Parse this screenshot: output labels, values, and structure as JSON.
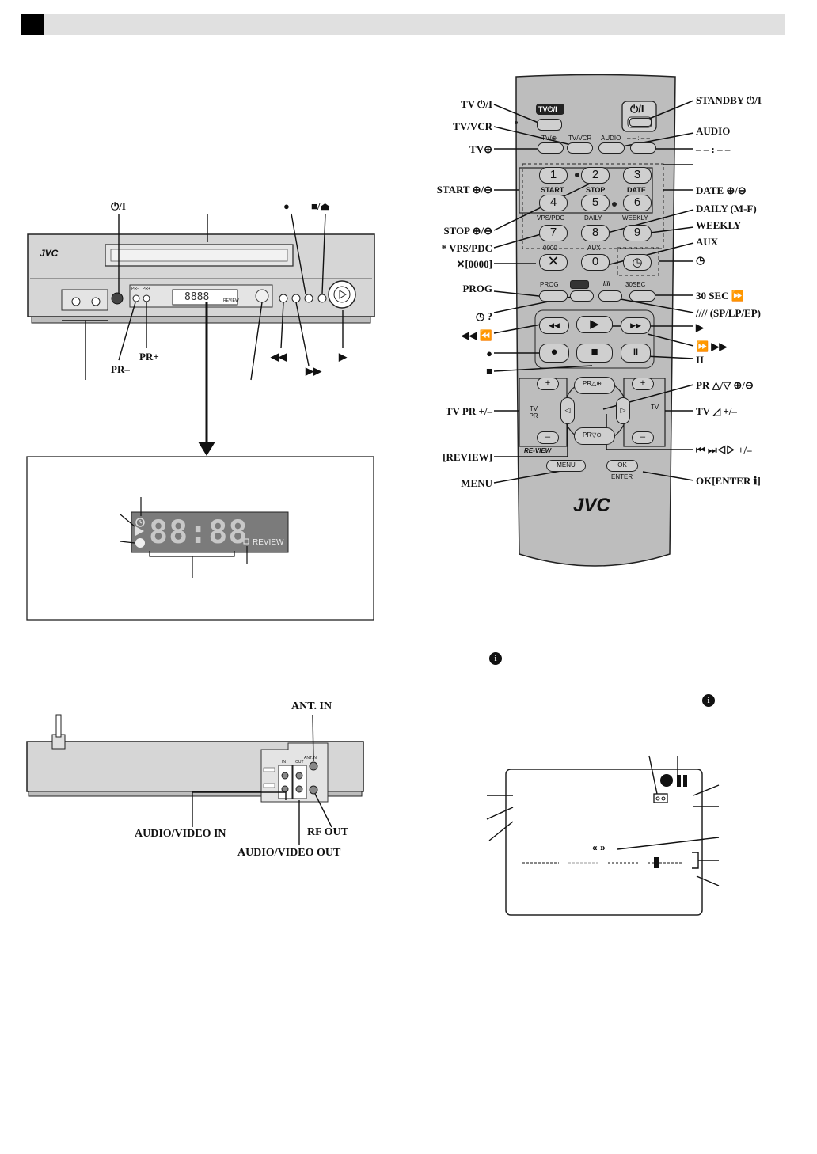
{
  "front": {
    "brand": "JVC",
    "top_labels": {
      "power": "⏻/I",
      "record": "●",
      "stop_eject": "■/⏏"
    },
    "bottom_labels": {
      "pr_minus": "PR–",
      "pr_plus": "PR+",
      "rew": "◀◀",
      "ff": "▶▶",
      "play": "▶"
    },
    "small_display": "8888",
    "small_review": "REVIEW",
    "panel_text": [
      "PR–",
      "PR+"
    ]
  },
  "display": {
    "digits": "88:88",
    "review": "REVIEW"
  },
  "rear": {
    "labels": {
      "ant_in": "ANT. IN",
      "av_in": "AUDIO/VIDEO IN",
      "rf_out": "RF OUT",
      "av_out": "AUDIO/VIDEO OUT"
    },
    "panel_text": {
      "ant": "ANT.IN",
      "in": "IN",
      "out": "OUT"
    }
  },
  "remote": {
    "brand": "JVC",
    "keys": {
      "tv_power": "TV⏻/I",
      "standby": "⏻/I",
      "tv_vcr": "TV/VCR",
      "audio": "AUDIO",
      "tv_input": "TV/⊕",
      "dash": "– – : – –",
      "n1": "1",
      "n2": "2",
      "n3": "3",
      "n4": "4",
      "n5": "5",
      "n6": "6",
      "n7": "7",
      "n8": "8",
      "n9": "9",
      "n0": "0",
      "start": "START",
      "stop": "STOP",
      "date": "DATE",
      "vps": "VPS/PDC",
      "daily": "DAILY",
      "weekly": "WEEKLY",
      "zero4": "0000",
      "aux": "AUX",
      "prog": "PROG",
      "sec30": "30SEC",
      "pr_up": "PR△⊕",
      "pr_dn": "PR▽⊖",
      "tvpr": "TV PR",
      "tvvol": "TV",
      "review": "RE-VIEW",
      "menu": "MENU",
      "ok": "OK",
      "enter": "ENTER"
    },
    "labels_left": {
      "tv_power": "TV ⏻/I",
      "tv_vcr": "TV/VCR",
      "tv_input": "TV⊕",
      "start": "START ⊕/⊖",
      "stop": "STOP ⊕/⊖",
      "vps": "* VPS/PDC",
      "clear": "✕[0000]",
      "prog": "PROG",
      "timer_q": "◷ ?",
      "rew": "◀◀ ⏪",
      "rec": "●",
      "stopsq": "■",
      "tvpr": "TV PR +/–",
      "review": "[REVIEW]",
      "menu": "MENU"
    },
    "labels_right": {
      "standby": "STANDBY ⏻/I",
      "audio": "AUDIO",
      "dash": "– – : – –",
      "date": "DATE ⊕/⊖",
      "daily": "DAILY (M-F)",
      "weekly": "WEEKLY",
      "aux": "AUX",
      "timer": "◷",
      "sec30": "30 SEC ⏩",
      "speed": "//// (SP/LP/EP)",
      "play": "▶",
      "ff": "⏩ ▶▶",
      "pause": "II",
      "pr": "PR △/▽ ⊕/⊖",
      "tvvol": "TV ◿ +/–",
      "skip": "⏮ ⏭◁▷ +/–",
      "ok": "OK[ENTER ℹ]"
    }
  },
  "osd": {
    "arrows": "« »",
    "icons": "●II"
  },
  "colors": {
    "panel": "#dcdcdc",
    "remote_body": "#bdbdbd",
    "key": "#d2d2d2",
    "display_bg": "#7a7a7a"
  }
}
